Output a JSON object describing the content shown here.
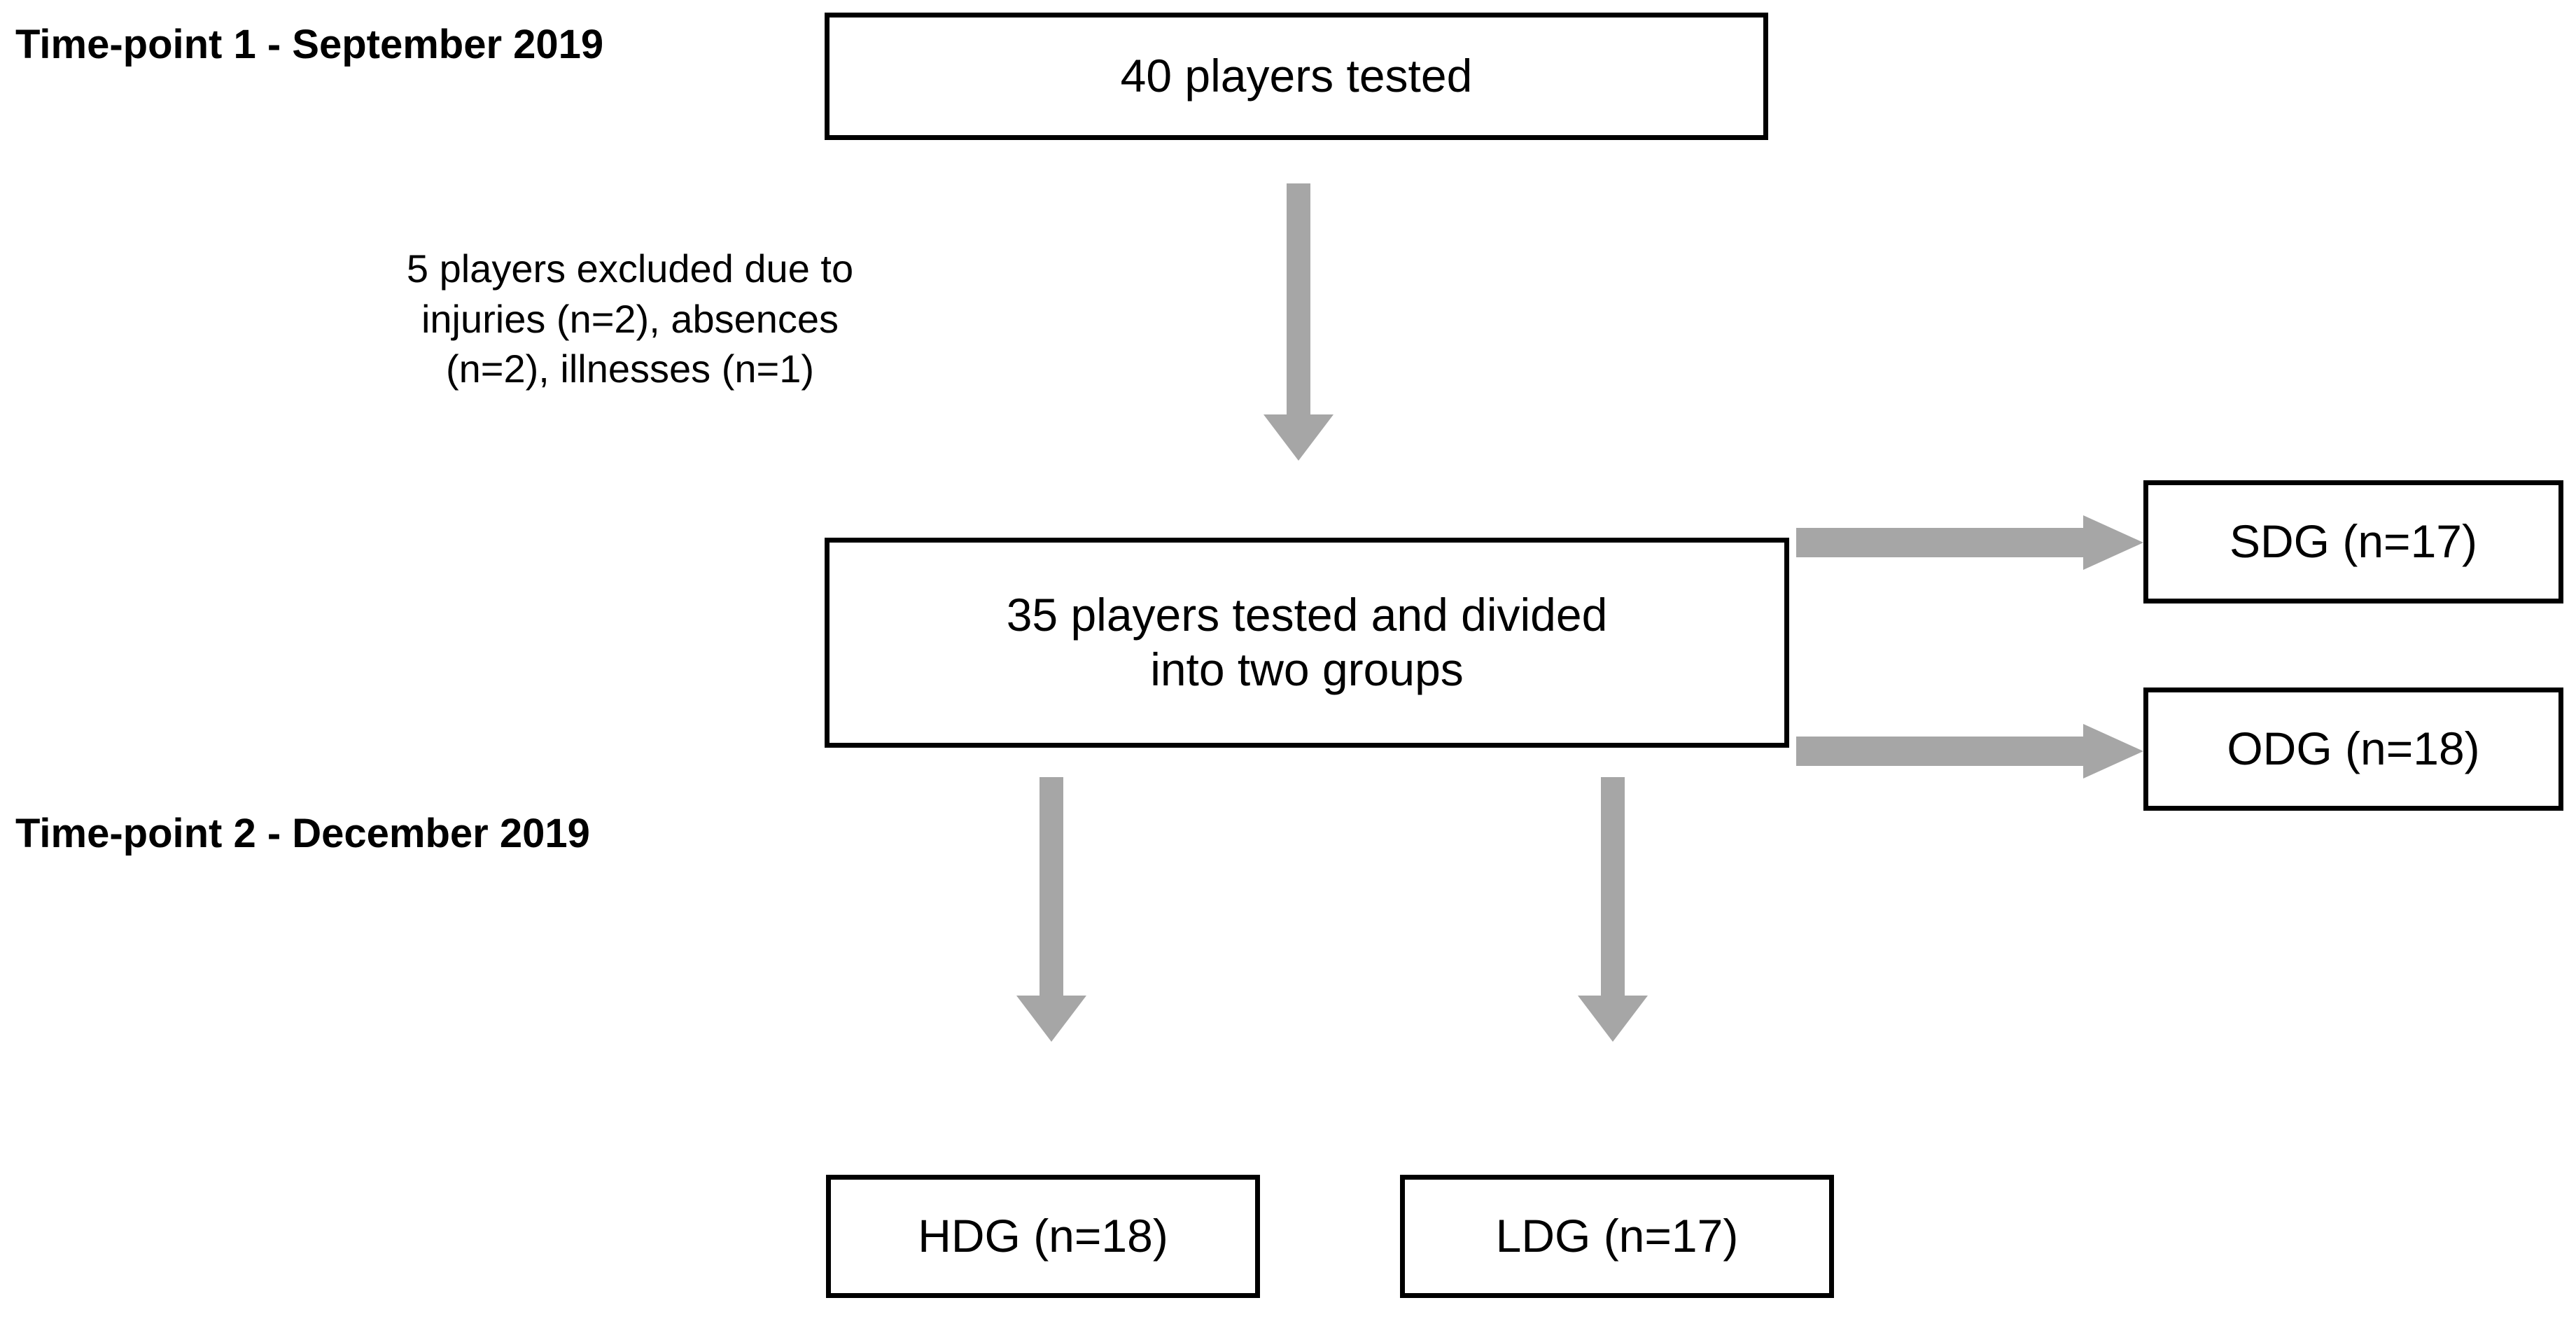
{
  "figure": {
    "type": "flowchart",
    "title": "Participant flow across two testing time-points",
    "background_color": "#FFFFFF",
    "box_border_color": "#000000",
    "arrow_color": "#A6A6A6",
    "text_color": "#000000"
  },
  "timepoints": [
    {
      "id": "tp1",
      "label": "Time-point 1 - September 2019"
    },
    {
      "id": "tp2",
      "label": "Time-point 2 - December 2019"
    }
  ],
  "nodes": {
    "top": {
      "text": "40 players tested",
      "count": 40
    },
    "middle": {
      "line1": "35 players tested and divided",
      "line2": "into two groups",
      "count": 35
    },
    "sdg": {
      "text": "SDG (n=17)",
      "count": 17
    },
    "odg": {
      "text": "ODG (n=18)",
      "count": 18
    },
    "hdg": {
      "text": "HDG (n=18)",
      "count": 18
    },
    "ldg": {
      "text": "LDG (n=17)",
      "count": 17
    }
  },
  "annotations": {
    "exclusion": {
      "line1": "5 players excluded due to",
      "line2": "injuries (n=2), absences",
      "line3": "(n=2), illnesses (n=1)",
      "excluded_total": 5,
      "injuries": 2,
      "absences": 2,
      "illnesses": 1
    }
  },
  "edges": [
    {
      "id": "top-to-middle",
      "from": "top",
      "to": "middle",
      "direction": "down"
    },
    {
      "id": "middle-to-sdg",
      "from": "middle",
      "to": "sdg",
      "direction": "right"
    },
    {
      "id": "middle-to-odg",
      "from": "middle",
      "to": "odg",
      "direction": "right"
    },
    {
      "id": "middle-to-hdg",
      "from": "middle",
      "to": "hdg",
      "direction": "down"
    },
    {
      "id": "middle-to-ldg",
      "from": "middle",
      "to": "ldg",
      "direction": "down"
    }
  ]
}
